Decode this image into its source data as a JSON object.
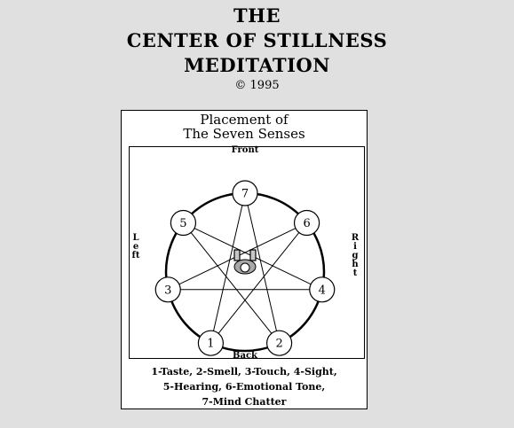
{
  "header": {
    "title_lines": [
      "THE",
      "CENTER OF STILLNESS",
      "MEDITATION"
    ],
    "copyright": "© 1995"
  },
  "card": {
    "title_lines": [
      "Placement of",
      "The Seven Senses"
    ],
    "directions": {
      "front": "Front",
      "back": "Back",
      "left": "Left",
      "right": "Right"
    },
    "markers": [
      {
        "id": 7,
        "label": "7",
        "angle_deg": -90
      },
      {
        "id": 6,
        "label": "6",
        "angle_deg": -38.57
      },
      {
        "id": 4,
        "label": "4",
        "angle_deg": 12.86
      },
      {
        "id": 2,
        "label": "2",
        "angle_deg": 64.29
      },
      {
        "id": 1,
        "label": "1",
        "angle_deg": 115.71
      },
      {
        "id": 3,
        "label": "3",
        "angle_deg": 167.14
      },
      {
        "id": 5,
        "label": "5",
        "angle_deg": 218.57
      }
    ],
    "star_order_step": 3,
    "caption_lines": [
      "1-Taste, 2-Smell, 3-Touch, 4-Sight,",
      "5-Hearing, 6-Emotional Tone,",
      "7-Mind Chatter"
    ]
  }
}
